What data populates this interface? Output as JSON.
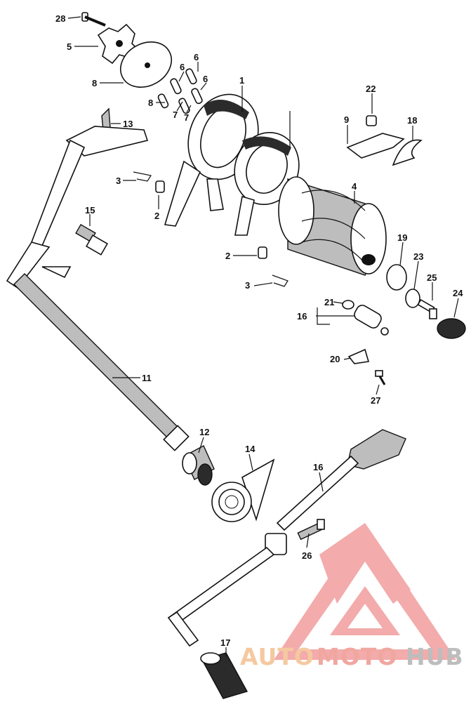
{
  "callouts": [
    {
      "id": "28",
      "label": "28"
    },
    {
      "id": "5",
      "label": "5"
    },
    {
      "id": "8a",
      "label": "8"
    },
    {
      "id": "6a",
      "label": "6"
    },
    {
      "id": "6b",
      "label": "6"
    },
    {
      "id": "6c",
      "label": "6"
    },
    {
      "id": "8b",
      "label": "8"
    },
    {
      "id": "7a",
      "label": "7"
    },
    {
      "id": "7b",
      "label": "7"
    },
    {
      "id": "1",
      "label": "1"
    },
    {
      "id": "13",
      "label": "13"
    },
    {
      "id": "3a",
      "label": "3"
    },
    {
      "id": "2a",
      "label": "2"
    },
    {
      "id": "15",
      "label": "15"
    },
    {
      "id": "22",
      "label": "22"
    },
    {
      "id": "9",
      "label": "9"
    },
    {
      "id": "18",
      "label": "18"
    },
    {
      "id": "4",
      "label": "4"
    },
    {
      "id": "19",
      "label": "19"
    },
    {
      "id": "23",
      "label": "23"
    },
    {
      "id": "25",
      "label": "25"
    },
    {
      "id": "24",
      "label": "24"
    },
    {
      "id": "2b",
      "label": "2"
    },
    {
      "id": "3b",
      "label": "3"
    },
    {
      "id": "21",
      "label": "21"
    },
    {
      "id": "16a",
      "label": "16"
    },
    {
      "id": "20",
      "label": "20"
    },
    {
      "id": "27",
      "label": "27"
    },
    {
      "id": "11",
      "label": "11"
    },
    {
      "id": "12",
      "label": "12"
    },
    {
      "id": "14",
      "label": "14"
    },
    {
      "id": "16b",
      "label": "16"
    },
    {
      "id": "26",
      "label": "26"
    },
    {
      "id": "17",
      "label": "17"
    }
  ],
  "watermark": {
    "part1": "AUTO",
    "part2": "MOTO",
    "part3": "HUB",
    "color_light": "#f5c9a0",
    "color_mid": "#f0a7a0",
    "color_dark": "#bdbdbd",
    "logo_color": "#ee8f8f"
  }
}
